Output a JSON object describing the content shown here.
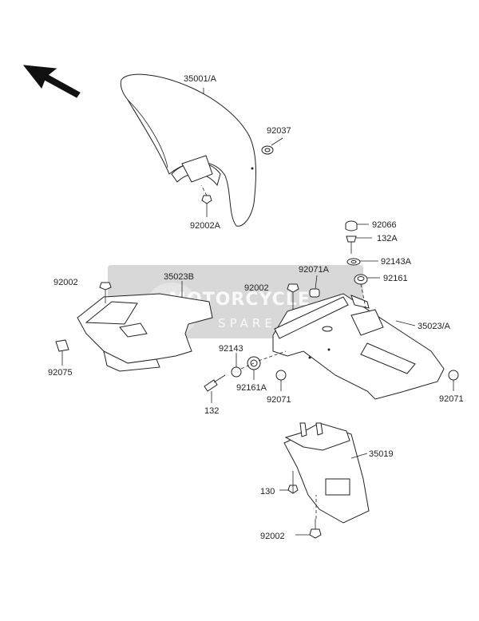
{
  "watermark": {
    "brand": "MOTORCYCLE",
    "sub": "SPARE PARTS"
  },
  "orientation_arrow": {
    "icon": "front-direction-arrow-icon"
  },
  "labels": {
    "p35001A": "35001/A",
    "p92037": "92037",
    "p92002A": "92002A",
    "p92066": "92066",
    "p132A": "132A",
    "p92143A": "92143A",
    "p92161": "92161",
    "p92071A": "92071A",
    "p92002_left": "92002",
    "p35023B": "35023B",
    "p92002_mid": "92002",
    "p35023A": "35023/A",
    "p92143": "92143",
    "p92075": "92075",
    "p92161A": "92161A",
    "p92071_mid": "92071",
    "p92071_right": "92071",
    "p132": "132",
    "p35019": "35019",
    "p130": "130",
    "p92002_bottom": "92002"
  }
}
